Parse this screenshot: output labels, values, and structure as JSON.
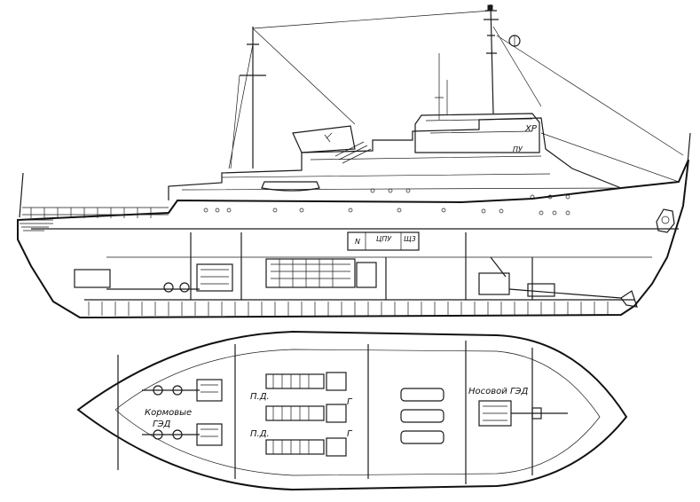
{
  "labels": {
    "stern_motors_line1": "Кормовые",
    "stern_motors_line2": "ГЭД",
    "bow_motor": "Носовой ГЭД",
    "pd_upper": "П.Д.",
    "pd_lower": "П.Д.",
    "g_upper": "Г",
    "g_lower": "Г",
    "mast_xr": "ХР",
    "cabin_pu": "ПУ",
    "panel_tspu": "ЦПУ",
    "panel_shch3": "Щ3",
    "panel_n": "N"
  },
  "colors": {
    "ink": "#1a1a1a",
    "paper": "#ffffff"
  }
}
